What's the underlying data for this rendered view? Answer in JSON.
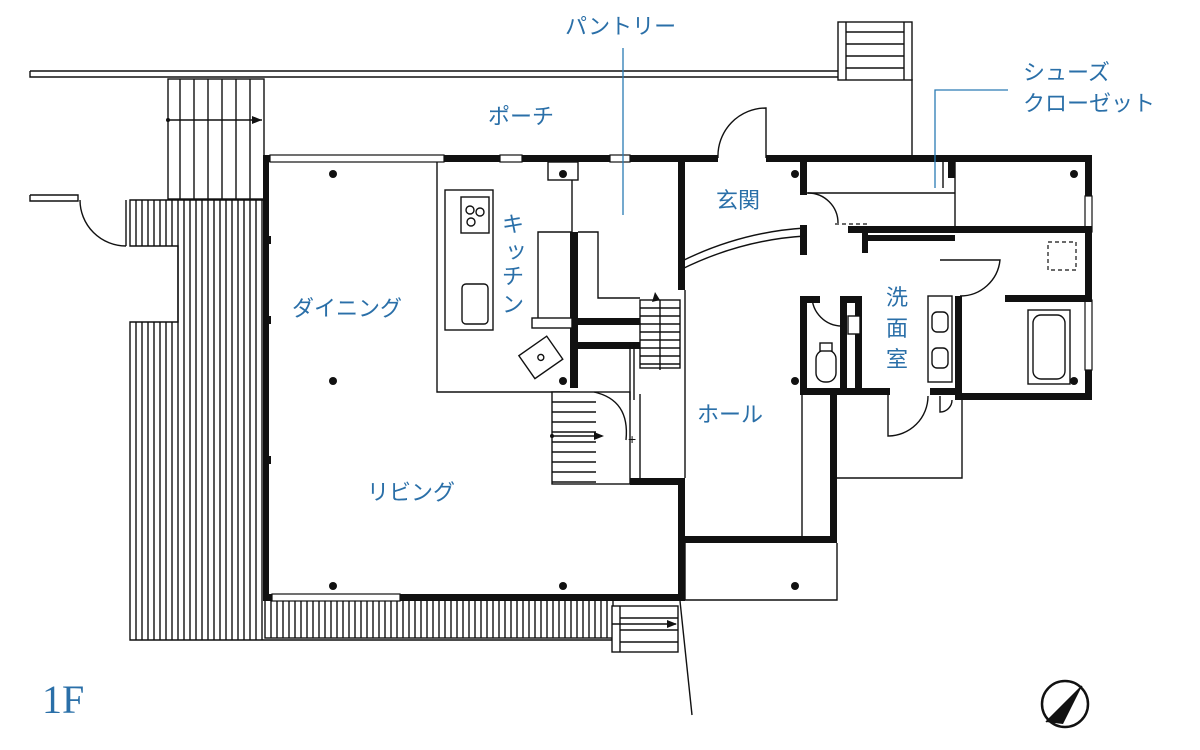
{
  "floor_label": "1F",
  "rooms": {
    "porch": "ポーチ",
    "pantry": "パントリー",
    "shoe_closet_line1": "シューズ",
    "shoe_closet_line2": "クローゼット",
    "entrance": "玄関",
    "kitchen": [
      "キ",
      "ッ",
      "チ",
      "ン"
    ],
    "washroom": [
      "洗",
      "面",
      "室"
    ],
    "dining": "ダイニング",
    "living": "リビング",
    "hall": "ホール"
  },
  "icons": {
    "north_arrow": "compass-icon"
  },
  "colors": {
    "label": "#2a6fa8",
    "leader": "#2a7bb3",
    "wall": "#111111"
  }
}
